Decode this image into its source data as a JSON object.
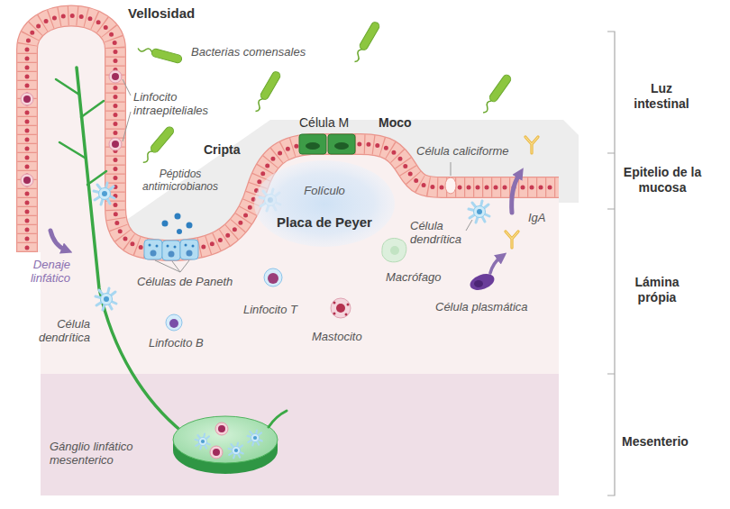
{
  "diagram": {
    "nodes": [
      {
        "text": [
          "Folículo",
          "Placa de Peyer"
        ]
      }
    ],
    "labels": [
      "Vellosidad",
      "Bacterias comensales",
      "Linfocito intraepiteliales",
      "Célula M",
      "Moco",
      "Cripta",
      "Célula caliciforme",
      "Péptidos antimicrobianos",
      "Denaje linfático",
      "Células de Paneth",
      "Célula dendrítica",
      "IgA",
      "Macrófago",
      "Linfocito T",
      "Célula plasmática",
      "Célula dendrítica",
      "Linfocito B",
      "Mastocito",
      "Gánglio linfático mesenterico",
      "Luz intestinal",
      "Epitelio de la mucosa",
      "Lámina própia",
      "Mesenterio"
    ]
  }
}
